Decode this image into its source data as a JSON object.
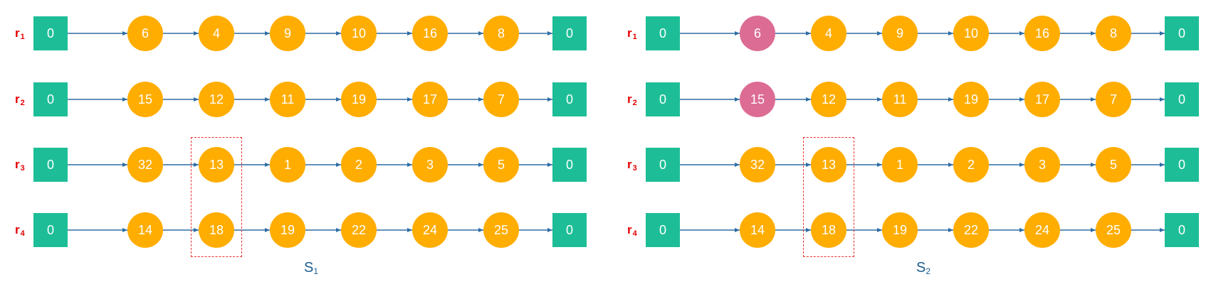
{
  "diagram_data": {
    "panels": [
      {
        "caption": "S",
        "caption_sub": "1",
        "highlighted": [],
        "selection_column": 1,
        "selection_rows": [
          2,
          3
        ],
        "routes": [
          {
            "label": "r",
            "sub": "1",
            "start": "0",
            "nodes": [
              "6",
              "4",
              "9",
              "10",
              "16",
              "8"
            ],
            "end": "0"
          },
          {
            "label": "r",
            "sub": "2",
            "start": "0",
            "nodes": [
              "15",
              "12",
              "11",
              "19",
              "17",
              "7"
            ],
            "end": "0"
          },
          {
            "label": "r",
            "sub": "3",
            "start": "0",
            "nodes": [
              "32",
              "13",
              "1",
              "2",
              "3",
              "5"
            ],
            "end": "0"
          },
          {
            "label": "r",
            "sub": "4",
            "start": "0",
            "nodes": [
              "14",
              "18",
              "19",
              "22",
              "24",
              "25"
            ],
            "end": "0"
          }
        ]
      },
      {
        "caption": "S",
        "caption_sub": "2",
        "highlighted": [
          [
            0,
            0
          ],
          [
            1,
            0
          ]
        ],
        "selection_column": 1,
        "selection_rows": [
          2,
          3
        ],
        "routes": [
          {
            "label": "r",
            "sub": "1",
            "start": "0",
            "nodes": [
              "6",
              "4",
              "9",
              "10",
              "16",
              "8"
            ],
            "end": "0"
          },
          {
            "label": "r",
            "sub": "2",
            "start": "0",
            "nodes": [
              "15",
              "12",
              "11",
              "19",
              "17",
              "7"
            ],
            "end": "0"
          },
          {
            "label": "r",
            "sub": "3",
            "start": "0",
            "nodes": [
              "32",
              "13",
              "1",
              "2",
              "3",
              "5"
            ],
            "end": "0"
          },
          {
            "label": "r",
            "sub": "4",
            "start": "0",
            "nodes": [
              "14",
              "18",
              "19",
              "22",
              "24",
              "25"
            ],
            "end": "0"
          }
        ]
      }
    ],
    "colors": {
      "depot": "#1dbe97",
      "customer": "#ffad00",
      "highlight": "#dc6c94",
      "row_label": "#e60000",
      "arrow": "#2e6da4",
      "selection_box": "#e8322f",
      "caption": "#1b5e91"
    }
  }
}
